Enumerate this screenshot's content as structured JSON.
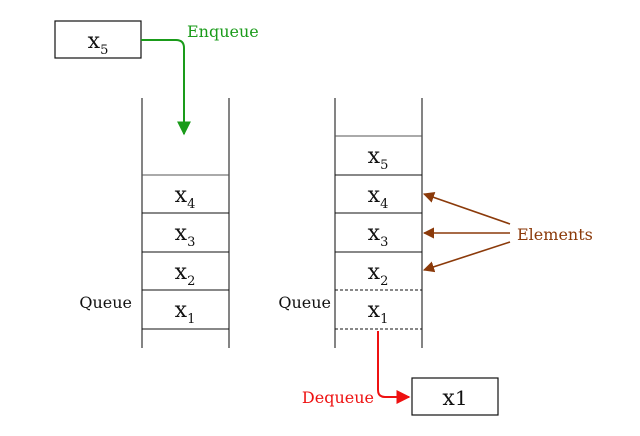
{
  "colors": {
    "enqueue": "#1a9b1a",
    "dequeue": "#ee1111",
    "elements": "#8b3a0a",
    "line": "#111111",
    "rail": "#555555"
  },
  "enqueue_box": {
    "letter": "x",
    "index": "5"
  },
  "enqueue_label": "Enqueue",
  "left_queue": {
    "label": "Queue",
    "cells": [
      {
        "letter": "x",
        "index": "4"
      },
      {
        "letter": "x",
        "index": "3"
      },
      {
        "letter": "x",
        "index": "2"
      },
      {
        "letter": "x",
        "index": "1"
      }
    ]
  },
  "right_queue": {
    "label": "Queue",
    "cells": [
      {
        "letter": "x",
        "index": "5"
      },
      {
        "letter": "x",
        "index": "4"
      },
      {
        "letter": "x",
        "index": "3"
      },
      {
        "letter": "x",
        "index": "2"
      },
      {
        "letter": "x",
        "index": "1"
      }
    ]
  },
  "elements_label": "Elements",
  "dequeue_label": "Dequeue",
  "dequeue_box": {
    "letter": "x",
    "index": "1"
  }
}
